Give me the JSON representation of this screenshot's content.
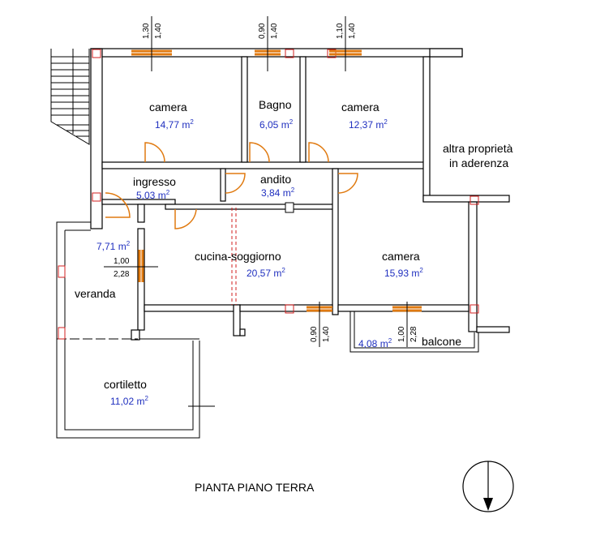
{
  "plan_title": "PIANTA PIANO TERRA",
  "rooms": {
    "camera_1": {
      "name": "camera",
      "area": "14,77 m",
      "sup": "2"
    },
    "bagno": {
      "name": "Bagno",
      "area": "6,05 m",
      "sup": "2"
    },
    "camera_2": {
      "name": "camera",
      "area": "12,37 m",
      "sup": "2"
    },
    "other_property": {
      "line1": "altra proprietà",
      "line2": "in aderenza"
    },
    "ingresso": {
      "name": "ingresso",
      "area": "5,03 m",
      "sup": "2"
    },
    "andito": {
      "name": "andito",
      "area": "3,84 m",
      "sup": "2"
    },
    "cucina": {
      "name": "cucina-soggiorno",
      "area": "20,57 m",
      "sup": "2"
    },
    "camera_3": {
      "name": "camera",
      "area": "15,93 m",
      "sup": "2"
    },
    "veranda": {
      "name": "veranda",
      "area": "7,71 m",
      "sup": "2"
    },
    "balcone": {
      "name": "balcone",
      "area": "4,08 m",
      "sup": "2"
    },
    "cortiletto": {
      "name": "cortiletto",
      "area": "11,02 m",
      "sup": "2"
    }
  },
  "openings": {
    "top_left": {
      "width": "1,30",
      "height": "1,40"
    },
    "top_bagno": {
      "width": "0,90",
      "height": "1,40"
    },
    "top_right": {
      "width": "1,10",
      "height": "1,40"
    },
    "veranda_door": {
      "width": "1,00",
      "height": "2,28"
    },
    "kitchen_window": {
      "width": "0,90",
      "height": "1,40"
    },
    "balcony_door": {
      "width": "1,00",
      "height": "2,28"
    }
  },
  "compass": {
    "icon": "north-arrow-icon"
  },
  "colors": {
    "walls": "#000000",
    "area_text": "#1f2fbf",
    "openings": "#e07a10",
    "columns": "#d02020"
  }
}
